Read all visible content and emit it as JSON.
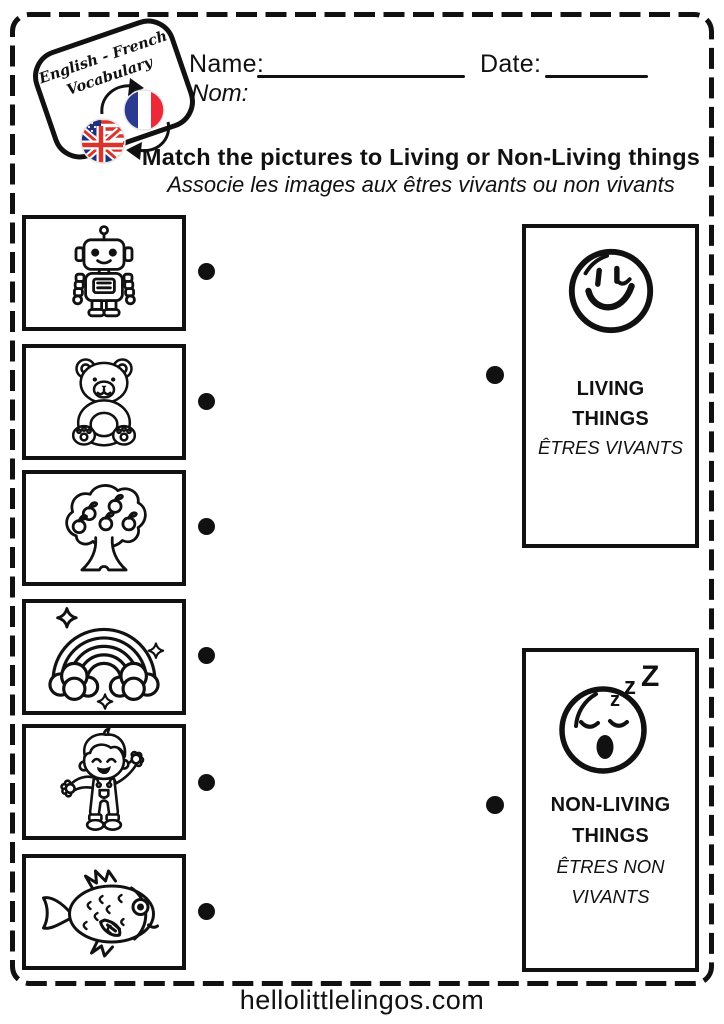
{
  "colors": {
    "ink": "#111111",
    "paper": "#ffffff",
    "france_blue": "#2b3990",
    "france_red": "#ed2939",
    "uk_blue": "#1d2f7d",
    "us_red": "#d9342b"
  },
  "badge": {
    "line1": "English - French",
    "line2": "Vocabulary",
    "icons": [
      "uk-us-flag",
      "france-flag",
      "exchange-arrows"
    ]
  },
  "header": {
    "name_label": "Name:",
    "name_label_fr": "Nom:",
    "date_label": "Date:"
  },
  "instructions": {
    "en": "Match the pictures to Living or Non-Living things",
    "fr": "Associe les images aux êtres vivants ou non vivants"
  },
  "pictures": [
    {
      "icon": "robot"
    },
    {
      "icon": "teddy-bear"
    },
    {
      "icon": "apple-tree"
    },
    {
      "icon": "rainbow"
    },
    {
      "icon": "boy"
    },
    {
      "icon": "fish"
    }
  ],
  "categories": {
    "living": {
      "icon": "smiley-face",
      "title": "LIVING THINGS",
      "subtitle": "ÊTRES VIVANTS"
    },
    "non_living": {
      "icon": "sleeping-face",
      "title": "NON-LIVING THINGS",
      "subtitle": "ÊTRES NON VIVANTS",
      "z_letters": {
        "small": "z",
        "medium": "z",
        "large": "Z"
      }
    }
  },
  "footer": {
    "website": "hellolittlelingos.com"
  }
}
